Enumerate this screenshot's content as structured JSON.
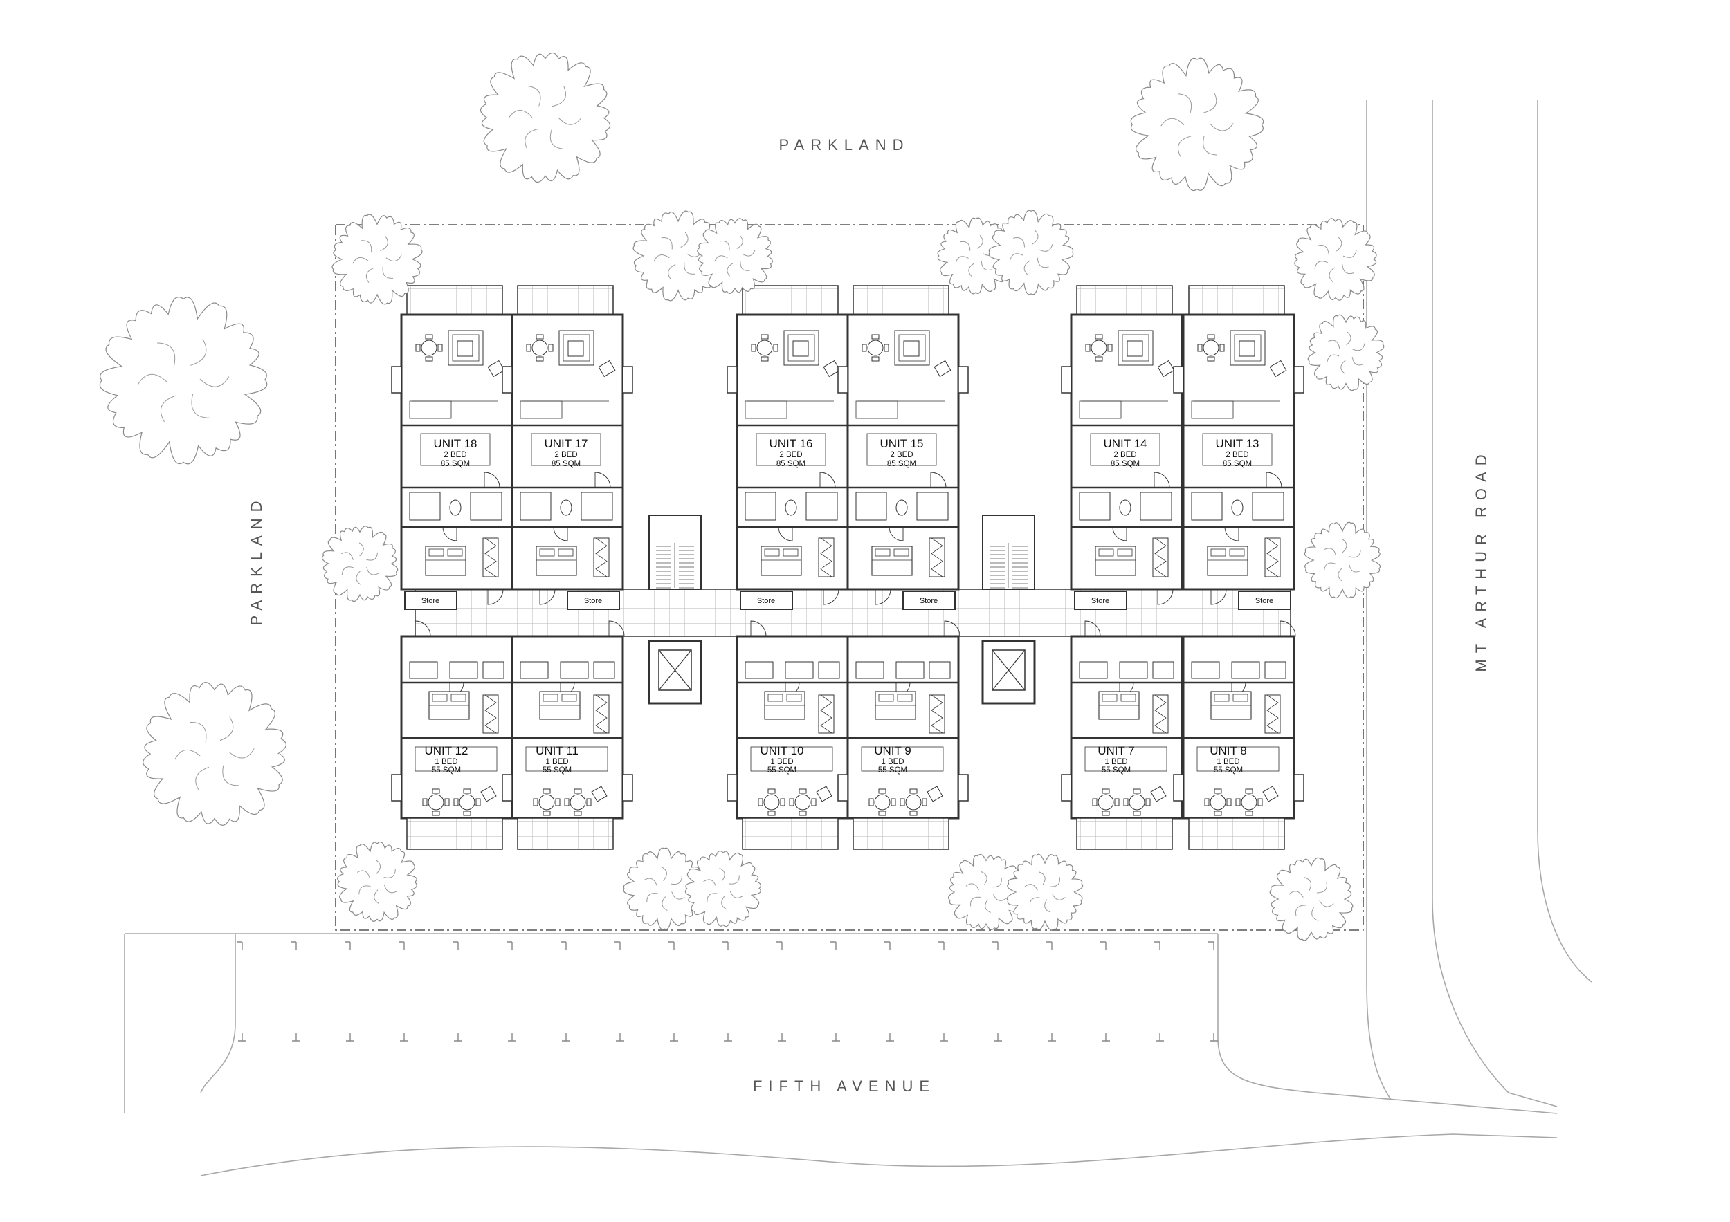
{
  "labels": {
    "parkland_top": "PARKLAND",
    "parkland_left": "PARKLAND",
    "fifth_avenue": "FIFTH AVENUE",
    "mt_arthur_road": "MT ARTHUR ROAD"
  },
  "store_label": "Store",
  "units_north": [
    {
      "name": "UNIT 18",
      "beds": "2 BED",
      "area": "85 SQM"
    },
    {
      "name": "UNIT 17",
      "beds": "2 BED",
      "area": "85 SQM"
    },
    {
      "name": "UNIT 16",
      "beds": "2 BED",
      "area": "85 SQM"
    },
    {
      "name": "UNIT 15",
      "beds": "2 BED",
      "area": "85 SQM"
    },
    {
      "name": "UNIT 14",
      "beds": "2 BED",
      "area": "85 SQM"
    },
    {
      "name": "UNIT 13",
      "beds": "2 BED",
      "area": "85 SQM"
    }
  ],
  "units_south": [
    {
      "name": "UNIT 12",
      "beds": "1 BED",
      "area": "55 SQM"
    },
    {
      "name": "UNIT 11",
      "beds": "1 BED",
      "area": "55 SQM"
    },
    {
      "name": "UNIT 10",
      "beds": "1 BED",
      "area": "55 SQM"
    },
    {
      "name": "UNIT 9",
      "beds": "1 BED",
      "area": "55 SQM"
    },
    {
      "name": "UNIT 7",
      "beds": "1 BED",
      "area": "55 SQM"
    },
    {
      "name": "UNIT 8",
      "beds": "1 BED",
      "area": "55 SQM"
    }
  ],
  "colors": {
    "line": "#333333",
    "light_line": "#9a9a9a",
    "site_boundary": "#555555"
  }
}
